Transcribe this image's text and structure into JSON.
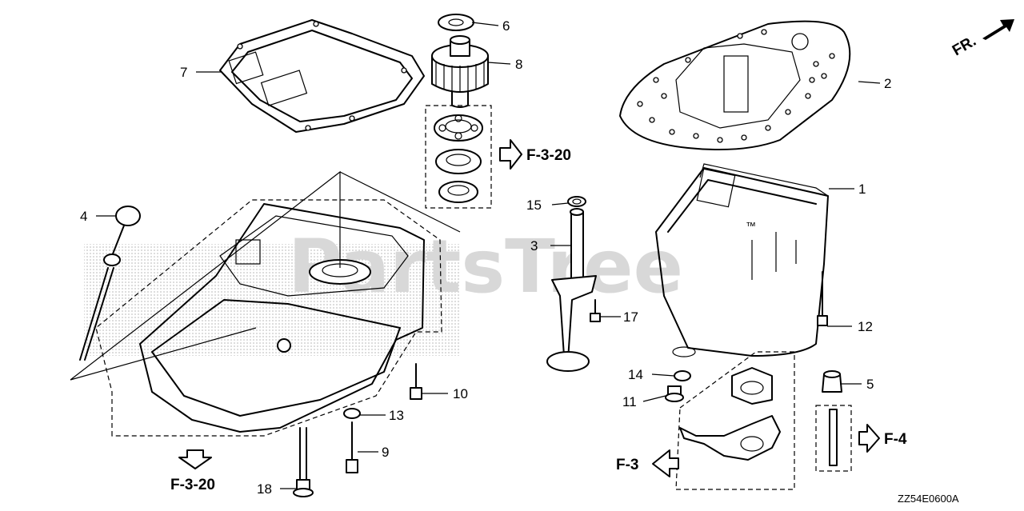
{
  "diagram": {
    "callouts": {
      "p1": "1",
      "p2": "2",
      "p3": "3",
      "p4": "4",
      "p5": "5",
      "p6": "6",
      "p7": "7",
      "p8": "8",
      "p9": "9",
      "p10": "10",
      "p11": "11",
      "p12": "12",
      "p13": "13",
      "p14": "14",
      "p15": "15",
      "p17": "17",
      "p18": "18"
    },
    "references": {
      "f320_upper": "F-3-20",
      "f320_lower": "F-3-20",
      "f3": "F-3",
      "f4": "F-4"
    },
    "front_indicator": "FR.",
    "watermark": "PartsTree",
    "watermark_tm": "™",
    "diagram_code": "ZZ54E0600A"
  }
}
